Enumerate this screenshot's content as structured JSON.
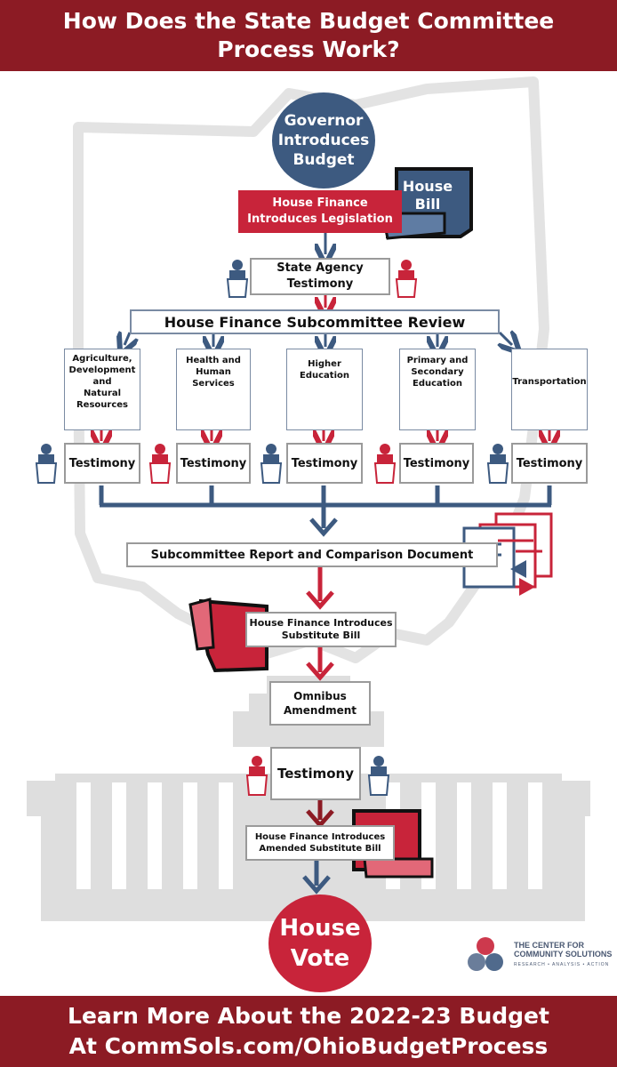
{
  "header": {
    "title_line1": "How Does the State Budget Committee",
    "title_line2": "Process Work?"
  },
  "flow": {
    "governor": [
      "Governor",
      "Introduces",
      "Budget"
    ],
    "house_bill_scroll": [
      "House",
      "Bill"
    ],
    "house_finance_introduces": [
      "House Finance",
      "Introduces Legislation"
    ],
    "state_agency_testimony": [
      "State Agency",
      "Testimony"
    ],
    "subcommittee_review": "House Finance Subcommittee Review",
    "categories": [
      {
        "lines": [
          "Agriculture,",
          "Development",
          "and",
          "Natural",
          "Resources"
        ]
      },
      {
        "lines": [
          "Health and",
          "Human",
          "Services"
        ]
      },
      {
        "lines": [
          "Higher",
          "Education"
        ]
      },
      {
        "lines": [
          "Primary and",
          "Secondary",
          "Education"
        ]
      },
      {
        "lines": [
          "Transportation"
        ]
      }
    ],
    "testimony_label": "Testimony",
    "subcommittee_report": "Subcommittee Report and Comparison Document",
    "substitute_bill": [
      "House Finance Introduces",
      "Substitute Bill"
    ],
    "omnibus": [
      "Omnibus",
      "Amendment"
    ],
    "final_testimony": "Testimony",
    "amended_substitute": [
      "House Finance Introduces",
      "Amended Substitute Bill"
    ],
    "house_vote": [
      "House",
      "Vote"
    ]
  },
  "footer": {
    "line1": "Learn More About the 2022-23 Budget",
    "line2": "At CommSols.com/OhioBudgetProcess"
  },
  "logo": {
    "line1": "THE CENTER FOR",
    "line2": "COMMUNITY SOLUTIONS",
    "tagline": "RESEARCH • ANALYSIS • ACTION"
  },
  "colors": {
    "banner": "#8c1b24",
    "navy": "#3d5a80",
    "red": "#c8243a",
    "gray": "#dcdcdc"
  }
}
